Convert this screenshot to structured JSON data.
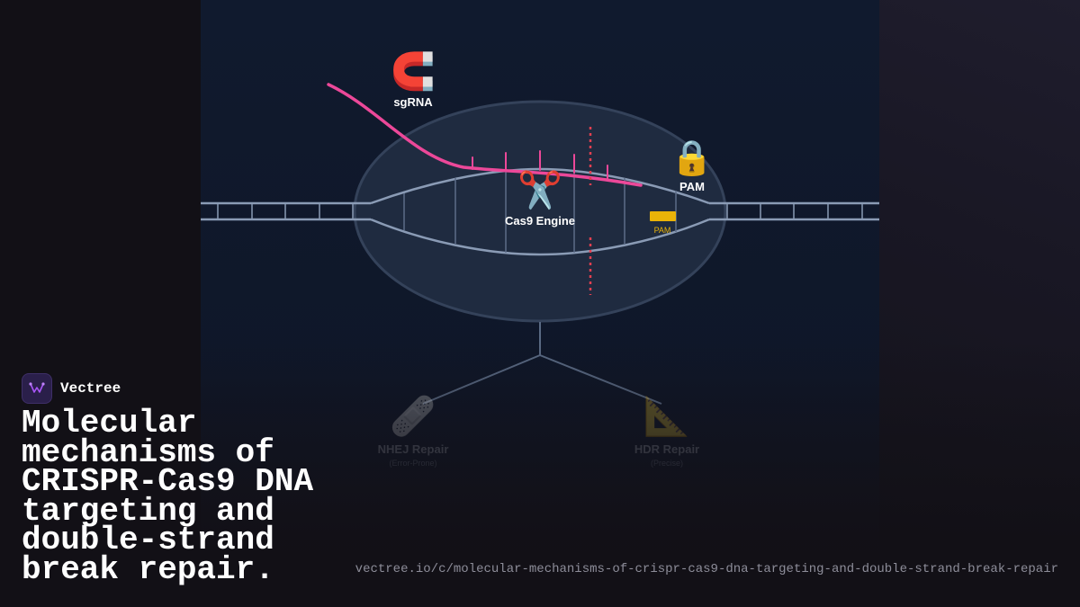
{
  "diagram": {
    "nodes": {
      "sgrna": {
        "label": "sgRNA",
        "icon": "magnet-icon",
        "glyph": "🧲"
      },
      "cas9": {
        "label": "Cas9 Engine",
        "icon": "scissors-icon",
        "glyph": "✂️"
      },
      "pam": {
        "label": "PAM",
        "icon": "lock-icon",
        "glyph": "🔒",
        "marker_label": "PAM"
      },
      "nhej": {
        "label": "NHEJ Repair",
        "sublabel": "(Error-Prone)",
        "icon": "bandage-icon",
        "glyph": "🩹"
      },
      "hdr": {
        "label": "HDR Repair",
        "sublabel": "(Precise)",
        "icon": "triangular-ruler-icon",
        "glyph": "📐"
      }
    },
    "colors": {
      "dna_strand": "#8a9bb5",
      "complex_fill": "#1f2b40",
      "complex_border": "#34425a",
      "sgrna": "#ec4899",
      "cut_line": "#e04050",
      "pam_marker": "#eab308",
      "branch": "#5a6a84"
    }
  },
  "brand": {
    "name": "Vectree"
  },
  "title": "Molecular mechanisms of CRISPR-Cas9 DNA targeting and double-strand break repair.",
  "url": "vectree.io/c/molecular-mechanisms-of-crispr-cas9-dna-targeting-and-double-strand-break-repair"
}
